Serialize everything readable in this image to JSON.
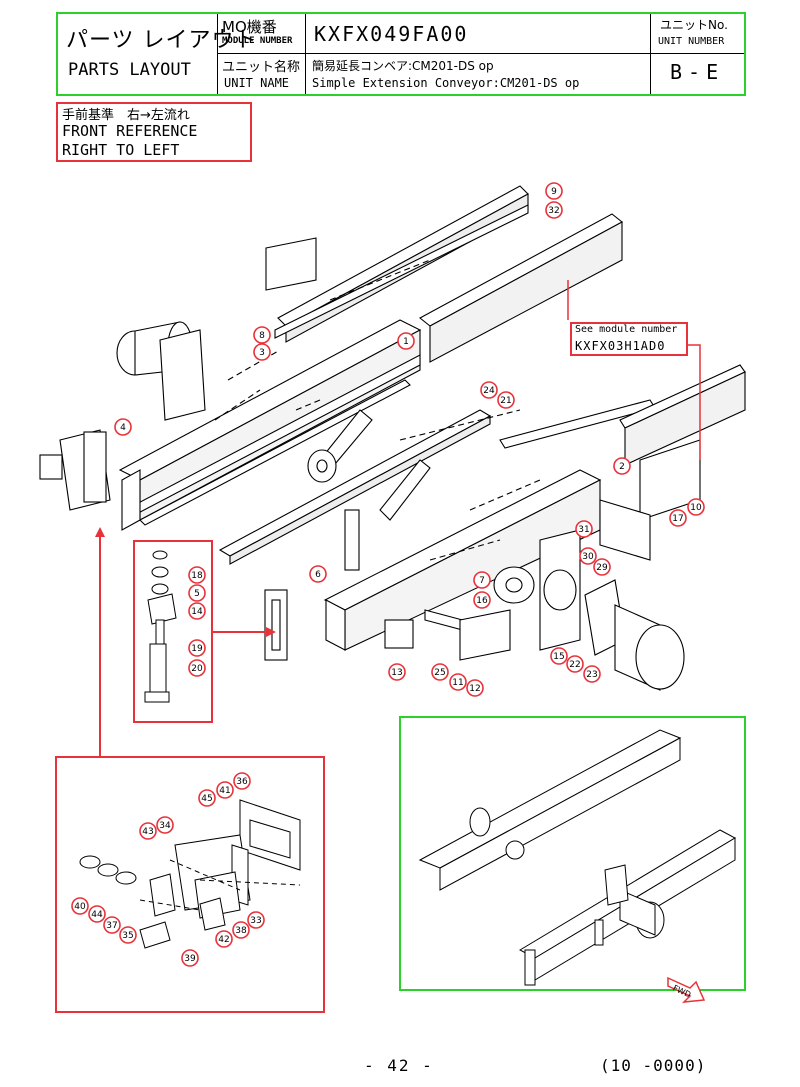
{
  "header": {
    "parts_layout_jp": "パーツ レイアウト",
    "parts_layout_en": "PARTS LAYOUT",
    "mo_label_jp": "MO機番",
    "module_number_label": "MODULE NUMBER",
    "module_number": "KXFX049FA00",
    "unit_name_label_jp": "ユニット名称",
    "unit_name_label": "UNIT NAME",
    "unit_name_jp": "簡易延長コンベア:CM201-DS op",
    "unit_name_en": "Simple Extension Conveyor:CM201-DS op",
    "unit_no_label_jp": "ユニットNo.",
    "unit_number_label": "UNIT NUMBER",
    "unit_number": "B-E"
  },
  "reference": {
    "jp": "手前基準　右→左流れ",
    "line1": "FRONT REFERENCE",
    "line2": "RIGHT TO LEFT"
  },
  "module_note": {
    "line1": "See module number",
    "line2": "KXFX03H1AD0"
  },
  "fwd_label": "FWD",
  "callouts": [
    "9",
    "32",
    "8",
    "3",
    "1",
    "4",
    "24",
    "21",
    "2",
    "17",
    "10",
    "31",
    "30",
    "29",
    "6",
    "7",
    "16",
    "13",
    "25",
    "11",
    "12",
    "15",
    "22",
    "23",
    "18",
    "5",
    "14",
    "19",
    "20",
    "36",
    "41",
    "45",
    "34",
    "43",
    "40",
    "44",
    "37",
    "35",
    "39",
    "42",
    "38",
    "33"
  ],
  "footer": {
    "page": "- 42 -",
    "code": "(10 -0000)"
  },
  "colors": {
    "frame_green": "#2bd12b",
    "callout_red": "#e8323a",
    "ink": "#000000"
  }
}
